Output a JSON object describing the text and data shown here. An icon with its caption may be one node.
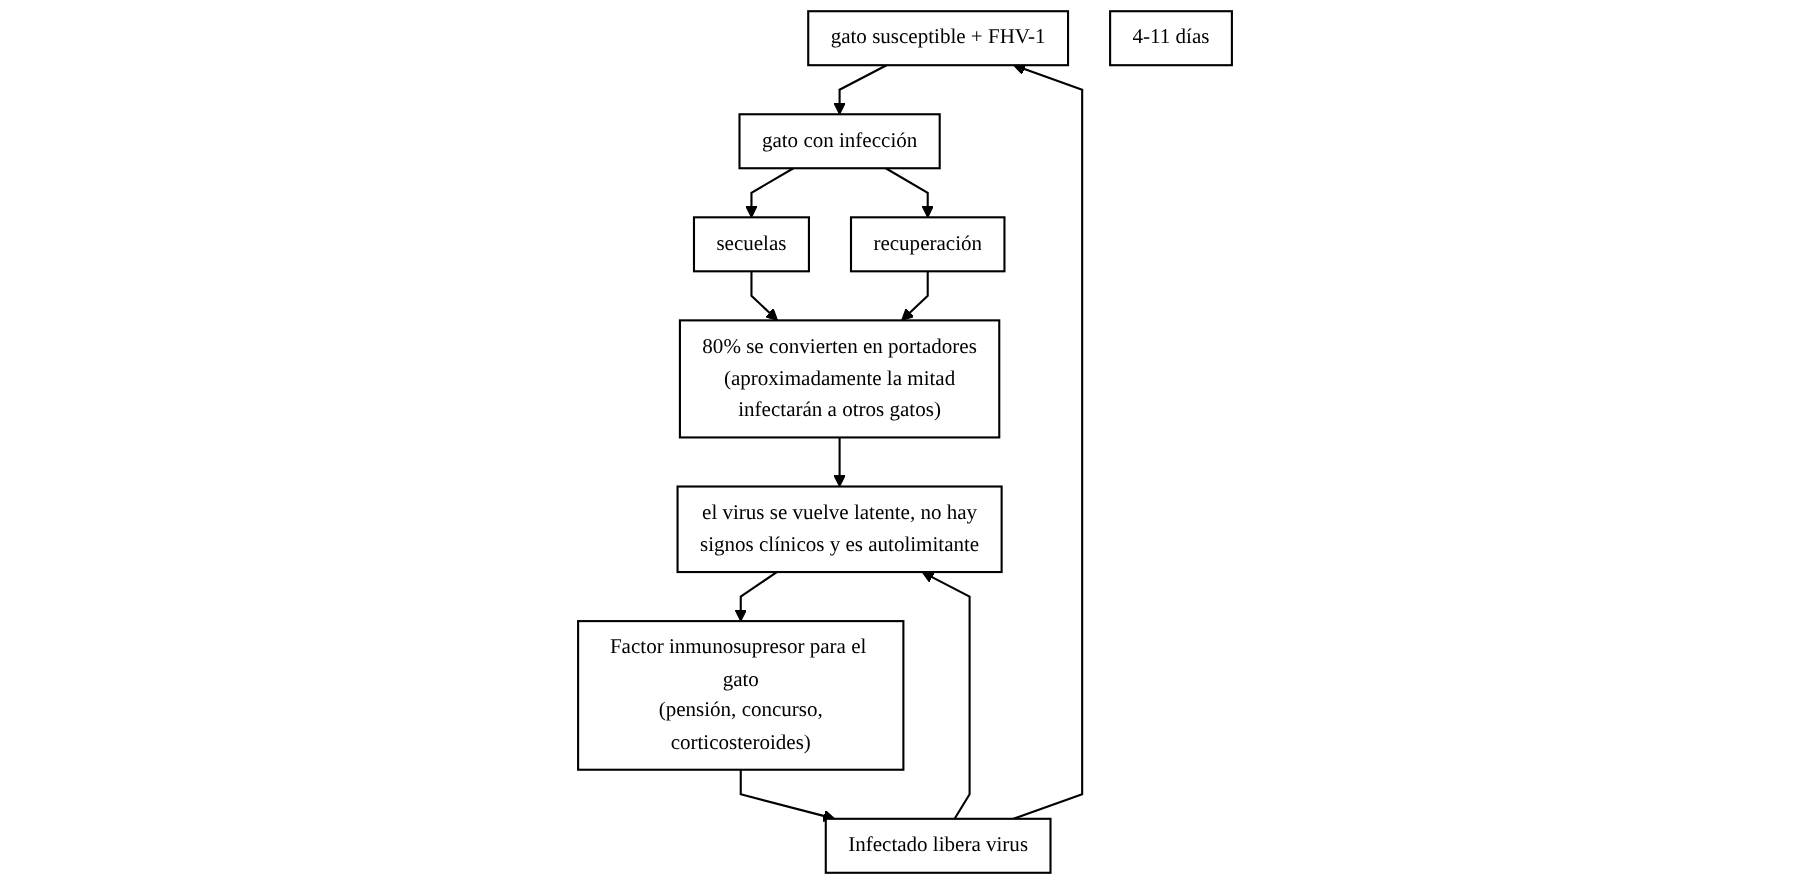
{
  "diagram": {
    "nodes": [
      {
        "text": [
          "gato susceptible + FHV-1"
        ]
      },
      {
        "text": [
          "Infectado libera virus"
        ]
      },
      {
        "text": [
          "gato con infección"
        ]
      },
      {
        "text": [
          "secuelas"
        ]
      },
      {
        "text": [
          "recuperación"
        ]
      },
      {
        "text": [
          "80% se convierten en portadores (aproximadamente la mitad infectarán a otros gatos)"
        ]
      },
      {
        "text": [
          "4-11 días"
        ]
      },
      {
        "text": [
          "Factor inmunosupresor para el gato (pensión, concurso, corticosteroides)"
        ]
      },
      {
        "text": [
          "el virus se vuelve latente, no hay signos clínicos y es autolimitante"
        ]
      }
    ],
    "edges": [
      {
        "from": 1,
        "to": 0,
        "arrow": "to"
      },
      {
        "from": 0,
        "to": 2,
        "arrow": "to"
      },
      {
        "from": 2,
        "to": 3,
        "arrow": "to"
      },
      {
        "from": 2,
        "to": 4,
        "arrow": "to"
      },
      {
        "from": 3,
        "to": 5,
        "arrow": "to"
      },
      {
        "from": 4,
        "to": 5,
        "arrow": "to"
      },
      {
        "from": 1,
        "to": 8,
        "arrow": "to"
      },
      {
        "from": 5,
        "to": 8,
        "arrow": "to"
      },
      {
        "from": 8,
        "to": 7,
        "arrow": "to"
      },
      {
        "from": 7,
        "to": 1,
        "arrow": "to"
      }
    ]
  }
}
